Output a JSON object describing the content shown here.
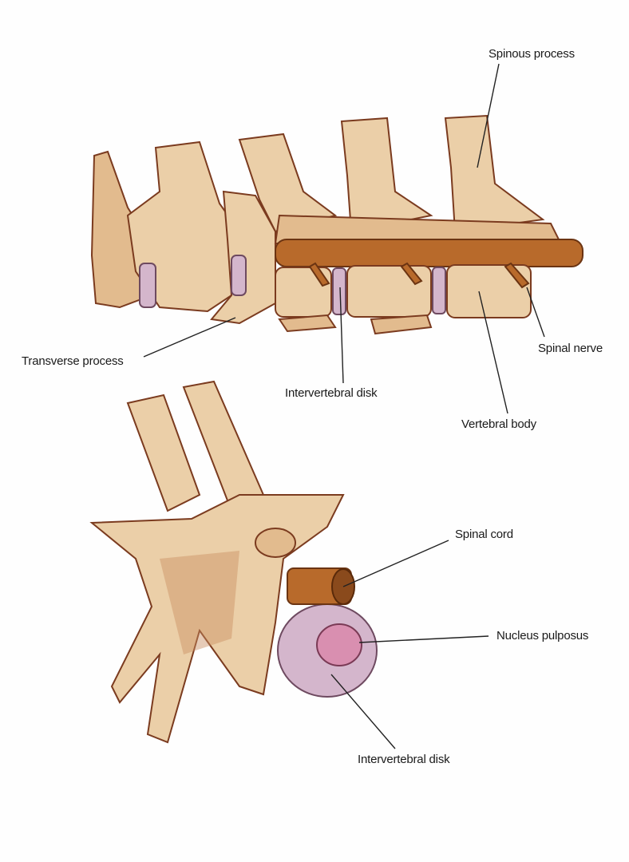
{
  "figure": {
    "labels": {
      "spinous_process": "Spinous process",
      "transverse_process": "Transverse process",
      "intervertebral_disk_top": "Intervertebral disk",
      "spinal_nerve": "Spinal nerve",
      "vertebral_body": "Vertebral body",
      "spinal_cord": "Spinal cord",
      "nucleus_pulposus": "Nucleus pulposus",
      "intervertebral_disk_bottom": "Intervertebral disk"
    },
    "colors": {
      "bone": "#ebcfa8",
      "outline": "#7b3b1f",
      "nerve": "#b86a2b",
      "disk": "#d4b6cc",
      "nucleus": "#d98fb0"
    }
  }
}
